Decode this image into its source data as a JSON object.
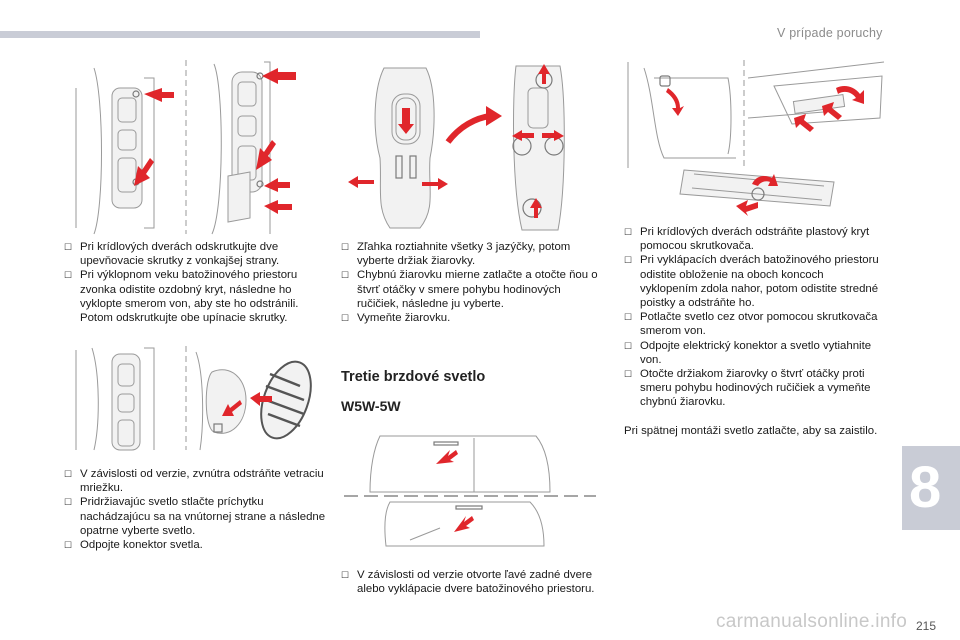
{
  "header": {
    "title": "V prípade poruchy"
  },
  "chapter": {
    "number": "8"
  },
  "page": {
    "number": "215"
  },
  "watermark": {
    "text": "carmanualsonline.info"
  },
  "section": {
    "title": "Tretie brzdové svetlo",
    "bulb": "W5W-5W"
  },
  "col1_top": [
    "Pri krídlových dverách odskrutkujte dve upevňovacie skrutky z vonkajšej strany.",
    "Pri výklopnom veku batožinového priestoru zvonka odistite ozdobný kryt, následne ho vyklopte smerom von, aby ste ho odstránili. Potom odskrutkujte obe upínacie skrutky."
  ],
  "col1_bottom": [
    "V závislosti od verzie, zvnútra odstráňte vetraciu mriežku.",
    "Pridržiavajúc svetlo stlačte príchytku nachádzajúcu sa na vnútornej strane a následne opatrne vyberte svetlo.",
    "Odpojte konektor svetla."
  ],
  "col2_top": [
    "Zľahka roztiahnite všetky 3 jazýčky, potom vyberte držiak žiarovky.",
    "Chybnú žiarovku mierne zatlačte a otočte ňou o štvrť otáčky v smere pohybu hodinových ručičiek, následne ju vyberte.",
    "Vymeňte žiarovku."
  ],
  "col2_bottom": [
    "V závislosti od verzie otvorte ľavé zadné dvere alebo vyklápacie dvere batožinového priestoru."
  ],
  "col3": [
    "Pri krídlových dverách odstráňte plastový kryt pomocou skrutkovača.",
    "Pri vyklápacích dverách batožinového priestoru odistite obloženie na oboch koncoch vyklopením zdola nahor, potom odistite stredné poistky a odstráňte ho.",
    "Potlačte svetlo cez otvor pomocou skrutkovača smerom von.",
    "Odpojte elektrický konektor a svetlo vytiahnite von.",
    "Otočte držiakom žiarovky o štvrť otáčky proti smeru pohybu hodinových ručičiek a vymeňte chybnú žiarovku."
  ],
  "col3_note": "Pri spätnej montáži svetlo zatlačte, aby sa zaistilo.",
  "colors": {
    "accent_red": "#e0262b",
    "tab_gray": "#c9ccd6"
  }
}
